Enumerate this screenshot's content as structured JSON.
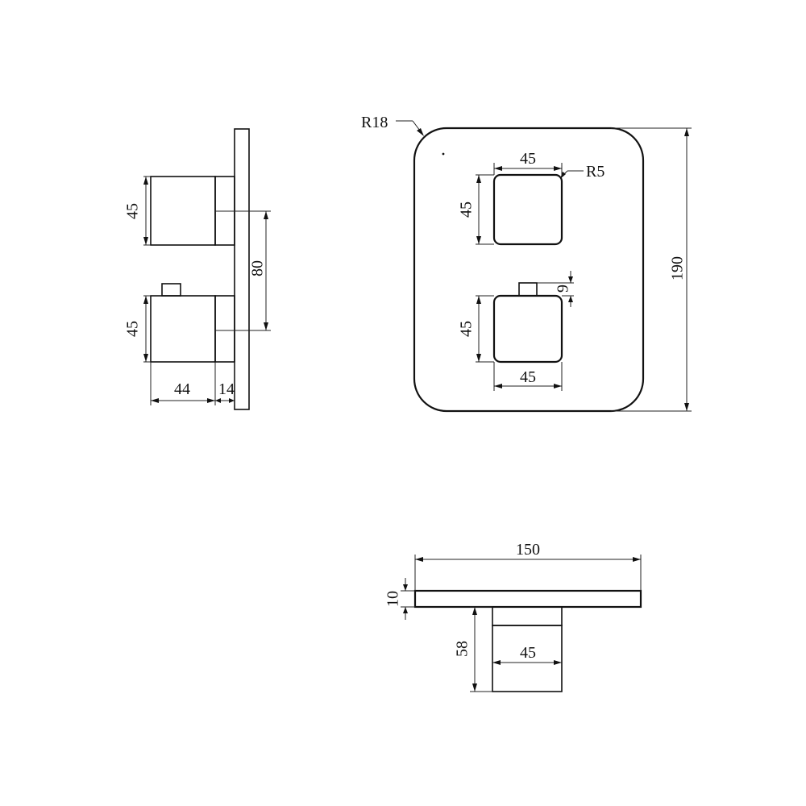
{
  "side_view": {
    "upper_knob_height": "45",
    "lower_knob_height": "45",
    "knob_spacing": "80",
    "knob_depth": "44",
    "escutcheon_offset": "14"
  },
  "front_view": {
    "plate_corner_radius": "R18",
    "knob_corner_radius": "R5",
    "upper_knob_width": "45",
    "upper_knob_height": "45",
    "lower_knob_width": "45",
    "lower_knob_height": "45",
    "stem_height": "9",
    "plate_height": "190"
  },
  "top_view": {
    "plate_width": "150",
    "plate_thickness": "10",
    "projection": "58",
    "knob_width": "45"
  }
}
